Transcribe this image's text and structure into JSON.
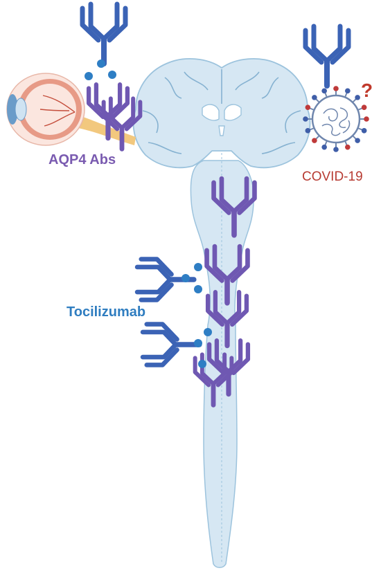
{
  "labels": {
    "aqp4_abs": "AQP4 Abs",
    "covid": "COVID-19",
    "tocilizumab": "Tocilizumab",
    "question_mark": "?"
  },
  "colors": {
    "background": "#ffffff",
    "cns_fill": "#d6e7f3",
    "cns_stroke": "#9cc3dd",
    "cns_fold": "#86b2d1",
    "antibody_blue": "#3b63b5",
    "antibody_blue_dark": "#27457f",
    "aqp4_purple": "#6f58b2",
    "aqp4_purple_dark": "#3f2f7a",
    "particle": "#2e7ec4",
    "virus_ring": "#6f86ad",
    "virus_spike": "#3f5ea8",
    "virus_spike_red": "#bf3a3a",
    "question": "#c0392b",
    "aqp4_label": "#7a5bb0",
    "covid_label": "#b73b32",
    "toci_label": "#2f7dc0",
    "eye_sclera": "#fbe6df",
    "eye_retina": "#e79a86",
    "eye_iris": "#6a9cc9",
    "optic_nerve": "#f2c87e"
  },
  "icons": [
    "eye-icon",
    "antibody-icon",
    "virus-icon",
    "particle-icon",
    "brain-icon",
    "spinal-cord-icon"
  ]
}
